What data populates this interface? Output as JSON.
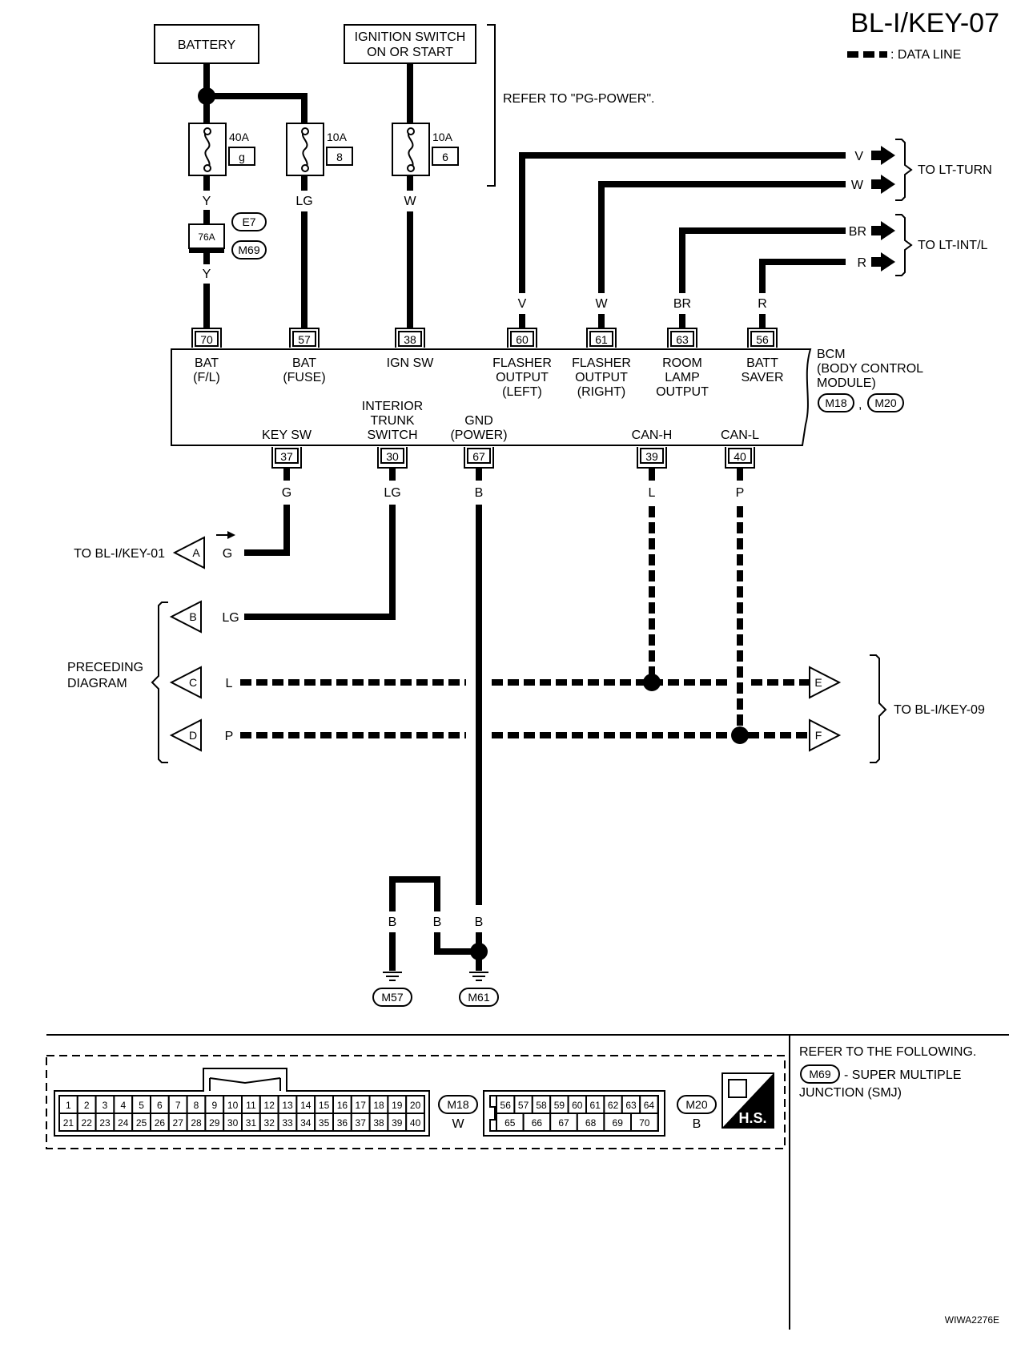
{
  "title": "BL-I/KEY-07",
  "legend": {
    "label": ": DATA LINE"
  },
  "components": {
    "battery": "BATTERY",
    "ignition_line1": "IGNITION SWITCH",
    "ignition_line2": "ON OR START",
    "refer_pg": "REFER TO \"PG-POWER\"."
  },
  "fuses": [
    {
      "rating": "40A",
      "id": "g"
    },
    {
      "rating": "10A",
      "id": "8"
    },
    {
      "rating": "10A",
      "id": "6"
    }
  ],
  "smj": {
    "terminal": "76A",
    "conn1": "E7",
    "conn2": "M69"
  },
  "bcm": {
    "name": "BCM",
    "full1": "(BODY CONTROL",
    "full2": "MODULE)",
    "conn1": "M18",
    "sep": ",",
    "conn2": "M20",
    "top_terminals": [
      {
        "num": "70",
        "wire": "Y",
        "l1": "BAT",
        "l2": "(F/L)",
        "l3": ""
      },
      {
        "num": "57",
        "wire": "LG",
        "l1": "BAT",
        "l2": "(FUSE)",
        "l3": ""
      },
      {
        "num": "38",
        "wire": "W",
        "l1": "IGN SW",
        "l2": "",
        "l3": ""
      },
      {
        "num": "60",
        "wire": "V",
        "l1": "FLASHER",
        "l2": "OUTPUT",
        "l3": "(LEFT)"
      },
      {
        "num": "61",
        "wire": "W",
        "l1": "FLASHER",
        "l2": "OUTPUT",
        "l3": "(RIGHT)"
      },
      {
        "num": "63",
        "wire": "BR",
        "l1": "ROOM",
        "l2": "LAMP",
        "l3": "OUTPUT"
      },
      {
        "num": "56",
        "wire": "R",
        "l1": "BATT",
        "l2": "SAVER",
        "l3": ""
      }
    ],
    "bottom_terminals": [
      {
        "num": "37",
        "wire": "G",
        "l1": "KEY SW",
        "l2": "",
        "l3": ""
      },
      {
        "num": "30",
        "wire": "LG",
        "l1": "INTERIOR",
        "l2": "TRUNK",
        "l3": "SWITCH"
      },
      {
        "num": "67",
        "wire": "B",
        "l1": "GND",
        "l2": "(POWER)",
        "l3": ""
      },
      {
        "num": "39",
        "wire": "L",
        "l1": "CAN-H",
        "l2": "",
        "l3": ""
      },
      {
        "num": "40",
        "wire": "P",
        "l1": "CAN-L",
        "l2": "",
        "l3": ""
      }
    ]
  },
  "wire_colors": {
    "y_top": "Y",
    "y_bottom": "Y",
    "lg": "LG",
    "w_ign": "W",
    "lg_trunk": "LG",
    "g_key": "G",
    "b_gnd": "B",
    "b1": "B",
    "b2": "B",
    "b3": "B",
    "l_left": "L",
    "p_left": "P",
    "l_right": "L",
    "p_right": "P"
  },
  "right_outputs": [
    {
      "wire": "V"
    },
    {
      "wire": "W"
    },
    {
      "wire": "BR"
    },
    {
      "wire": "R"
    }
  ],
  "destinations": {
    "lt_turn": "TO LT-TURN",
    "lt_intl": "TO LT-INT/L",
    "key01": "TO BL-I/KEY-01",
    "preceding1": "PRECEDING",
    "preceding2": "DIAGRAM",
    "key09": "TO BL-I/KEY-09"
  },
  "connector_tags": {
    "a": "A",
    "b": "B",
    "c": "C",
    "d": "D",
    "e": "E",
    "f": "F"
  },
  "grounds": {
    "g1": "M57",
    "g2": "M61"
  },
  "connector_views": {
    "m18": {
      "id": "M18",
      "color": "W",
      "row1": [
        "1",
        "2",
        "3",
        "4",
        "5",
        "6",
        "7",
        "8",
        "9",
        "10",
        "11",
        "12",
        "13",
        "14",
        "15",
        "16",
        "17",
        "18",
        "19",
        "20"
      ],
      "row2": [
        "21",
        "22",
        "23",
        "24",
        "25",
        "26",
        "27",
        "28",
        "29",
        "30",
        "31",
        "32",
        "33",
        "34",
        "35",
        "36",
        "37",
        "38",
        "39",
        "40"
      ]
    },
    "m20": {
      "id": "M20",
      "color": "B",
      "row1": [
        "56",
        "57",
        "58",
        "59",
        "60",
        "61",
        "62",
        "63",
        "64"
      ],
      "row2": [
        "65",
        "66",
        "67",
        "68",
        "69",
        "70"
      ]
    }
  },
  "hs_badge": "H.S.",
  "refer_following": {
    "line1": "REFER TO THE FOLLOWING.",
    "conn": "M69",
    "line2": "- SUPER MULTIPLE",
    "line3": "JUNCTION (SMJ)"
  },
  "code": "WIWA2276E"
}
